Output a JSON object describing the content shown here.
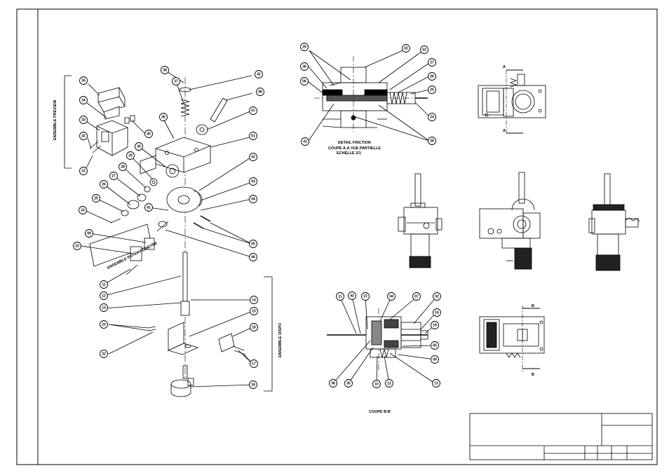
{
  "exploded_view": {
    "group_preview": "ENSEMBLE PREVIEW",
    "group_potentiometre": "ENSEMBLE POTENTIOMETRE",
    "group_dispo": "ENSEMBLE DISPO"
  },
  "detail": {
    "title": "DETAIL FRICTION",
    "line2": "COUPE A-A  VUE PARTIELLE",
    "line3": "ECHELLE    2/1"
  },
  "section_bb": {
    "title": "COUPE B-B"
  },
  "view_marks": {
    "a_top": "A",
    "a_bottom": "A",
    "b_top": "B",
    "b_bottom": "B"
  },
  "balloons": {
    "b35": "35",
    "b34": "34",
    "b33": "33",
    "b32": "32",
    "b31": "31",
    "b40": "40",
    "b38": "38",
    "b37": "37",
    "b36": "36",
    "b42": "42",
    "b08": "08",
    "b07": "07",
    "b01": "01",
    "b30": "30",
    "b29": "29",
    "b28": "28",
    "b27": "27",
    "b26": "26",
    "b25": "25",
    "b24": "24",
    "b41": "41",
    "b02": "02",
    "b03": "03",
    "b04": "04",
    "b05": "05",
    "b06": "06",
    "b09": "09",
    "b10": "10",
    "b11": "11",
    "b12": "12",
    "b13": "13",
    "b14": "14",
    "b15": "15",
    "b16": "16",
    "b17": "17",
    "b18": "18",
    "b22": "22",
    "b23": "23",
    "d29": "29",
    "d36": "36",
    "d06": "06",
    "d41": "41",
    "d02": "02",
    "d01": "01",
    "d27": "27",
    "d26": "26",
    "d25": "25",
    "d24": "24",
    "d28": "28",
    "s11": "11",
    "s42": "42",
    "s37": "37",
    "s04": "04",
    "s07": "07",
    "s02": "02",
    "s16": "16",
    "s19": "19",
    "s05": "05",
    "s09": "09",
    "s38": "38",
    "s30": "30",
    "s10": "10",
    "s12": "12",
    "s13": "13"
  }
}
